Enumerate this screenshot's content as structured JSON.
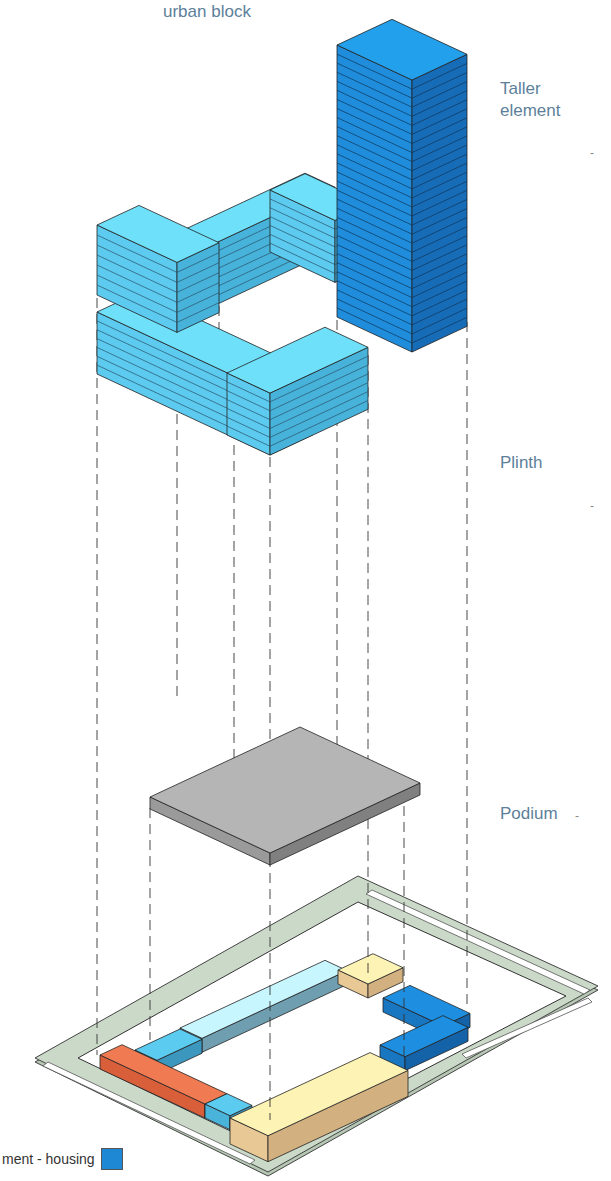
{
  "diagram": {
    "title": "urban block",
    "labels": [
      "Taller element",
      "-",
      "Plinth",
      "-",
      "Podium",
      "-"
    ],
    "legend": [
      {
        "text": "ment - housing",
        "color": "#1e88d4"
      }
    ]
  }
}
